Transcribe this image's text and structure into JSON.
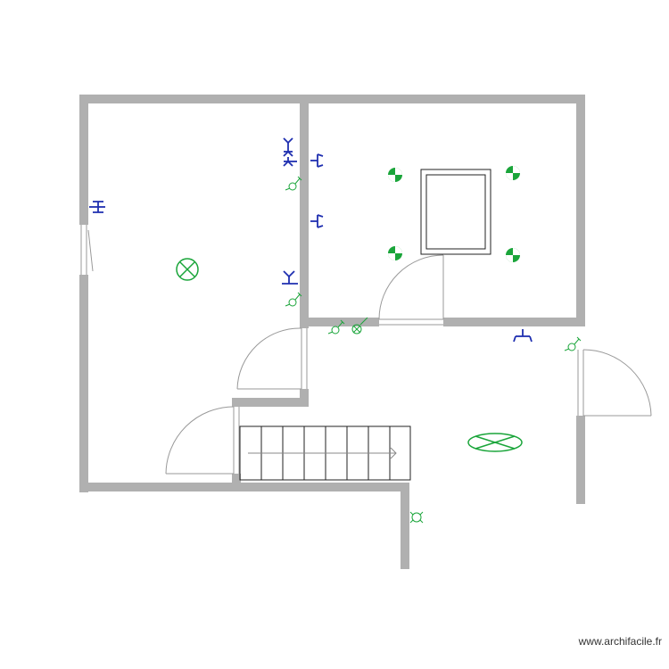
{
  "watermark": "www.archifacile.fr",
  "colors": {
    "wall": "#b0b0b0",
    "door_line": "#999999",
    "electric_blue": "#1f2fb0",
    "electric_green": "#1aa53a",
    "stair_line": "#222222"
  },
  "plan": {
    "rooms": [
      "left-room",
      "right-room",
      "hall"
    ],
    "symbols": [
      "ceiling-light",
      "spot-light",
      "outlet",
      "switch",
      "wall-light",
      "stair",
      "window",
      "door"
    ]
  }
}
